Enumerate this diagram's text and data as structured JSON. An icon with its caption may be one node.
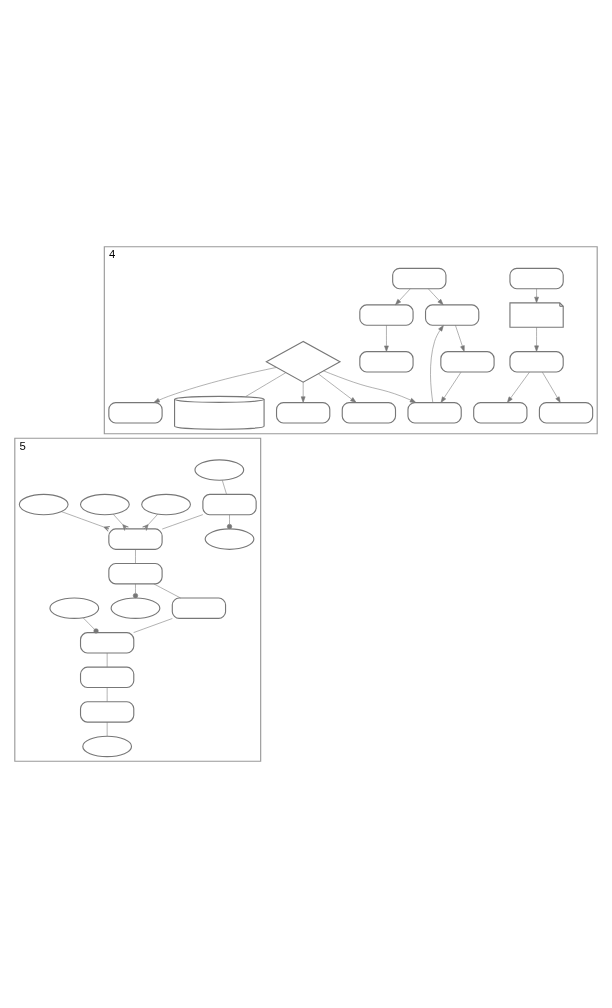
{
  "diagram": {
    "nodes": [
      {
        "text": [
          "4"
        ]
      },
      {
        "text": [],
        "shape": "box",
        "in": 0
      },
      {
        "text": [],
        "shape": "document",
        "in": 0
      },
      {
        "text": [],
        "shape": "box",
        "in": 0
      },
      {
        "text": [],
        "shape": "box",
        "in": 0
      },
      {
        "text": [],
        "shape": "box",
        "in": 0
      },
      {
        "text": [],
        "shape": "box",
        "in": 0
      },
      {
        "text": [],
        "shape": "box",
        "in": 0
      },
      {
        "text": [],
        "shape": "box",
        "in": 0
      },
      {
        "text": [],
        "shape": "box",
        "in": 0
      },
      {
        "text": [],
        "shape": "box",
        "in": 0
      },
      {
        "text": [],
        "shape": "box",
        "in": 0
      },
      {
        "text": [],
        "shape": "diamond",
        "in": 0
      },
      {
        "text": [],
        "shape": "box",
        "in": 0
      },
      {
        "text": [],
        "shape": "box",
        "in": 0
      },
      {
        "text": [],
        "shape": "box",
        "in": 0
      },
      {
        "text": [],
        "shape": "cylinder",
        "in": 0
      },
      {
        "text": [
          "5"
        ]
      },
      {
        "text": [],
        "shape": "ellipse",
        "in": 17
      },
      {
        "text": [],
        "shape": "box",
        "in": 17
      },
      {
        "text": [],
        "shape": "ellipse",
        "in": 17
      },
      {
        "text": [],
        "shape": "ellipse",
        "in": 17
      },
      {
        "text": [],
        "shape": "ellipse",
        "in": 17
      },
      {
        "text": [],
        "shape": "ellipse",
        "in": 17
      },
      {
        "text": [],
        "shape": "box",
        "in": 17
      },
      {
        "text": [],
        "shape": "box",
        "in": 17
      },
      {
        "text": [],
        "shape": "ellipse",
        "in": 17
      },
      {
        "text": [],
        "shape": "box",
        "in": 17
      },
      {
        "text": [],
        "shape": "ellipse",
        "in": 17
      },
      {
        "text": [],
        "shape": "box",
        "in": 17
      },
      {
        "text": [],
        "shape": "box",
        "in": 17
      },
      {
        "text": [],
        "shape": "box",
        "in": 17
      },
      {
        "text": [],
        "shape": "ellipse",
        "in": 17
      }
    ],
    "edges": [
      {
        "from": 1,
        "to": 2,
        "arrow": "to"
      },
      {
        "from": 2,
        "to": 3,
        "arrow": "to"
      },
      {
        "from": 3,
        "to": 4,
        "arrow": "to"
      },
      {
        "from": 3,
        "to": 5,
        "arrow": "to"
      },
      {
        "from": 7,
        "to": 6,
        "arrow": "to"
      },
      {
        "from": 7,
        "to": 8,
        "arrow": "to"
      },
      {
        "from": 6,
        "to": 9,
        "arrow": "to"
      },
      {
        "from": 8,
        "to": 10,
        "arrow": "to"
      },
      {
        "from": 9,
        "to": 11,
        "arrow": "to"
      },
      {
        "from": 12,
        "to": 11,
        "arrow": "to"
      },
      {
        "from": 11,
        "to": 6,
        "arrow": "to"
      },
      {
        "from": 12,
        "to": 13,
        "arrow": "to"
      },
      {
        "from": 12,
        "to": 14,
        "arrow": "to"
      },
      {
        "from": 12,
        "to": 15,
        "arrow": "to"
      },
      {
        "from": 12,
        "to": 16,
        "arrow": "none"
      },
      {
        "from": 18,
        "to": 19,
        "arrow": "none"
      },
      {
        "from": 19,
        "to": 20,
        "arrow": "other"
      },
      {
        "from": 19,
        "to": 24,
        "arrow": "none"
      },
      {
        "from": 21,
        "to": 24,
        "arrow": "other"
      },
      {
        "from": 22,
        "to": 24,
        "arrow": "other"
      },
      {
        "from": 23,
        "to": 24,
        "arrow": "other"
      },
      {
        "from": 24,
        "to": 25,
        "arrow": "none"
      },
      {
        "from": 25,
        "to": 26,
        "arrow": "other"
      },
      {
        "from": 25,
        "to": 27,
        "arrow": "none"
      },
      {
        "from": 28,
        "to": 29,
        "arrow": "other"
      },
      {
        "from": 27,
        "to": 29,
        "arrow": "none"
      },
      {
        "from": 29,
        "to": 30,
        "arrow": "none"
      },
      {
        "from": 30,
        "to": 31,
        "arrow": "none"
      },
      {
        "from": 31,
        "to": 32,
        "arrow": "none"
      }
    ]
  }
}
